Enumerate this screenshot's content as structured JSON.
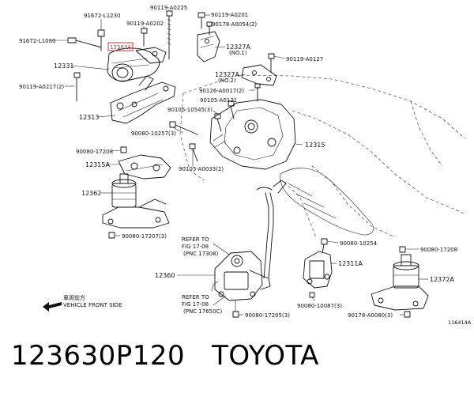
{
  "labels": {
    "p91672_l1230": "91672-L1230",
    "p90119_a0225": "90119-A0225",
    "p90119_a0201": "90119-A0201",
    "p90119_a0202": "90119-A0202",
    "p90178_a0054": "90178-A0054(2)",
    "p91672_l1080": "91672-L1080",
    "p12363a": "12363A",
    "p12327a_1": "12327A",
    "p12327a_1_sub": "(NO.1)",
    "p90119_a0127": "90119-A0127",
    "p12331": "12331",
    "p12327a_2": "12327A",
    "p12327a_2_sub": "(NO.2)",
    "p90119_a0217": "90119-A0217(2)",
    "p90126_a0017": "90126-A0017(2)",
    "p90105_a0131": "90105-A0131",
    "p90105_10545": "90105-10545(3)",
    "p12313": "12313",
    "p90080_10257": "90080-10257(3)",
    "p12315": "12315",
    "p90080_17208_l": "90080-17208",
    "p12315a": "12315A",
    "p90105_a0033": "90105-A0033(2)",
    "p12362": "12362",
    "p90080_17207": "90080-17207(3)",
    "refer1_a": "REFER TO",
    "refer1_b": "FIG 17-08",
    "refer1_c": "(PNC 17308)",
    "p90080_10254": "90080-10254",
    "p90080_17208_r": "90080-17208",
    "p12311a": "12311A",
    "p12360": "12360",
    "p12372a": "12372A",
    "refer2_a": "REFER TO",
    "refer2_b": "FIG 17-08",
    "refer2_c": "(PNC 17650C)",
    "p90080_10087": "90080-10087(3)",
    "p90178_a0080": "90178-A0080(3)",
    "p90080_17205": "90080-17205(3)",
    "front_cn": "車両前方",
    "front_en": "VEHICLE FRONT SIDE",
    "fig_code": "116414A"
  },
  "caption": {
    "part_number": "123630P120",
    "brand": "TOYOTA"
  }
}
